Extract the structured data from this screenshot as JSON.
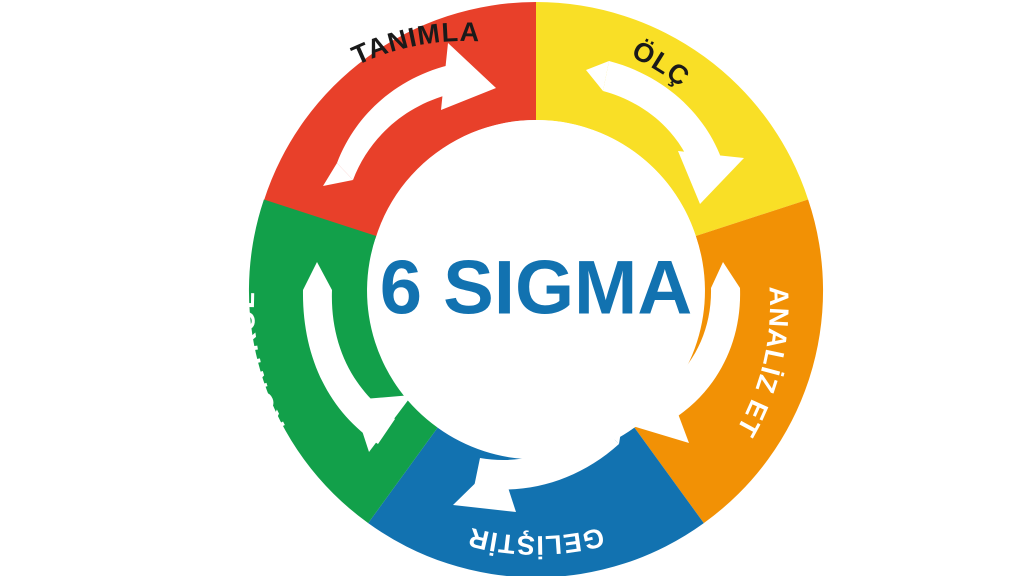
{
  "diagram": {
    "title": "6 SIGMA",
    "center_label": "6 SIGMA",
    "center_text_color": "#1272B0",
    "background_color": "#FFFFFF",
    "inner_circle_color": "#FFFFFF",
    "arrow_color": "#FFFFFF",
    "segments": [
      {
        "id": "tanimla",
        "label": "TANIMLA",
        "color": "#E8402A",
        "label_color": "#1A1A1A",
        "position": "top-left",
        "start_angle": -72,
        "end_angle": 0,
        "arrow": "curved-arrow-clockwise"
      },
      {
        "id": "olc",
        "label": "ÖLÇ",
        "color": "#F9DF26",
        "label_color": "#1A1A1A",
        "position": "top-right",
        "start_angle": 0,
        "end_angle": 72,
        "arrow": "curved-arrow-clockwise"
      },
      {
        "id": "analiz-et",
        "label": "ANALİZ ET",
        "color": "#F29105",
        "label_color": "#FFFFFF",
        "position": "right",
        "start_angle": 72,
        "end_angle": 144,
        "arrow": "curved-arrow-clockwise"
      },
      {
        "id": "gelistir",
        "label": "GELİŞTİR",
        "color": "#1272B0",
        "label_color": "#FFFFFF",
        "position": "bottom",
        "start_angle": 144,
        "end_angle": 216,
        "arrow": "curved-arrow-clockwise"
      },
      {
        "id": "kontrol",
        "label": "KONTROL",
        "color": "#12A04A",
        "label_color": "#FFFFFF",
        "position": "left",
        "start_angle": 216,
        "end_angle": 288,
        "arrow": "curved-arrow-clockwise"
      }
    ]
  }
}
